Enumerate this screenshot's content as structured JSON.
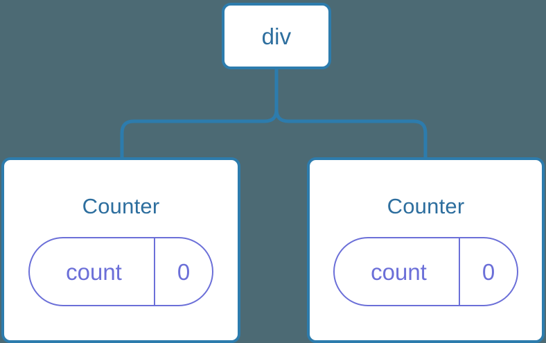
{
  "diagram": {
    "type": "component-tree",
    "background_color": "#4c6a74",
    "node_border_color": "#2d7cad",
    "node_text_color": "#2d6e9e",
    "state_pill_color": "#6b6fd8",
    "connector_color": "#2d7cad",
    "root": {
      "label": "div"
    },
    "children": [
      {
        "label": "Counter",
        "state": {
          "key": "count",
          "value": "0"
        }
      },
      {
        "label": "Counter",
        "state": {
          "key": "count",
          "value": "0"
        }
      }
    ]
  }
}
